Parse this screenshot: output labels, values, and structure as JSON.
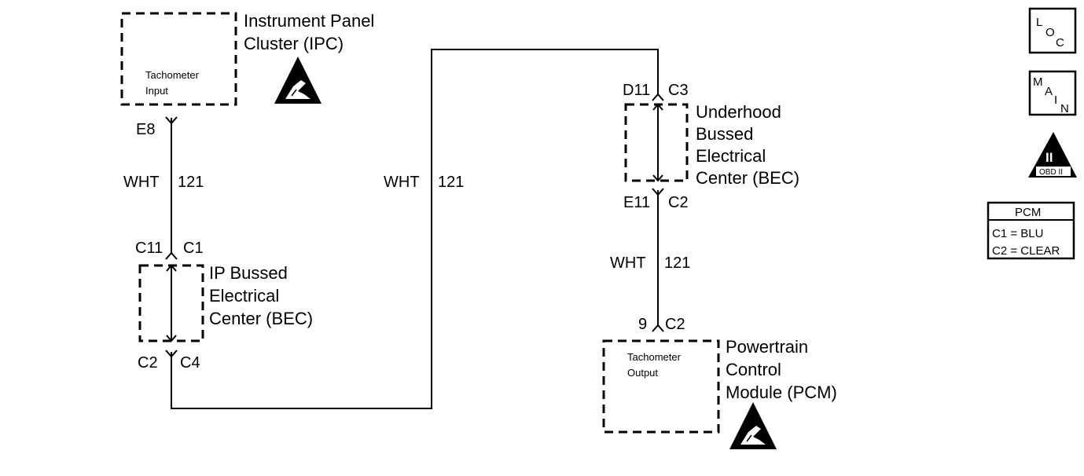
{
  "components": {
    "ipc": {
      "name_line1": "Instrument Panel",
      "name_line2": "Cluster (IPC)",
      "inner_line1": "Tachometer",
      "inner_line2": "Input"
    },
    "ip_bec": {
      "name_line1": "IP Bussed",
      "name_line2": "Electrical",
      "name_line3": "Center (BEC)"
    },
    "uh_bec": {
      "name_line1": "Underhood",
      "name_line2": "Bussed",
      "name_line3": "Electrical",
      "name_line4": "Center (BEC)"
    },
    "pcm": {
      "name_line1": "Powertrain",
      "name_line2": "Control",
      "name_line3": "Module (PCM)",
      "inner_line1": "Tachometer",
      "inner_line2": "Output"
    }
  },
  "connectors": {
    "ipc_e8": {
      "pin": "E8"
    },
    "ip_bec_top": {
      "pin": "C11",
      "conn": "C1"
    },
    "ip_bec_bottom": {
      "pin": "C2",
      "conn": "C4"
    },
    "uh_bec_top": {
      "pin": "D11",
      "conn": "C3"
    },
    "uh_bec_bottom": {
      "pin": "E11",
      "conn": "C2"
    },
    "pcm_top": {
      "pin": "9",
      "conn": "C2"
    }
  },
  "wires": [
    {
      "color": "WHT",
      "circuit": "121"
    },
    {
      "color": "WHT",
      "circuit": "121"
    },
    {
      "color": "WHT",
      "circuit": "121"
    }
  ],
  "sidebar": {
    "loc": {
      "l": "L",
      "o": "O",
      "c": "C"
    },
    "main": {
      "m": "M",
      "a": "A",
      "i": "I",
      "n": "N"
    },
    "obd": {
      "numeral": "II",
      "label": "OBD II"
    },
    "pcm_legend": {
      "title": "PCM",
      "row1": "C1 = BLU",
      "row2": "C2 = CLEAR"
    }
  }
}
